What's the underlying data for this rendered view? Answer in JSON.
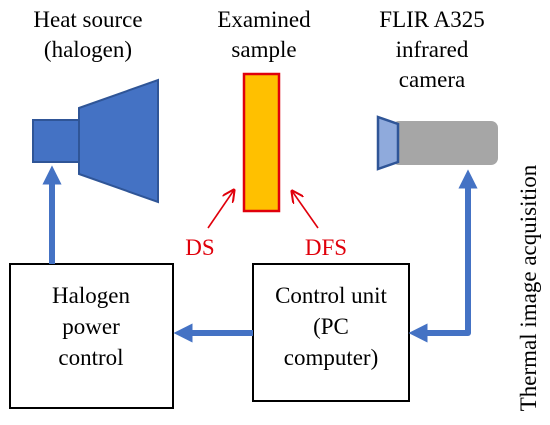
{
  "labels": {
    "heat_source_line1": "Heat source",
    "heat_source_line2": "(halogen)",
    "sample_line1": "Examined",
    "sample_line2": "sample",
    "camera_line1": "FLIR A325",
    "camera_line2": "infrared",
    "camera_line3": "camera",
    "vertical_caption": "Thermal image acquisition",
    "ds": "DS",
    "dfs": "DFS"
  },
  "boxes": {
    "halogen_line1": "Halogen",
    "halogen_line2": "power",
    "halogen_line3": "control",
    "control_line1": "Control unit",
    "control_line2": "(PC",
    "control_line3": "computer)"
  },
  "colors": {
    "arrow_blue": "#4472c4",
    "heat_source_fill": "#4472c4",
    "heat_source_stroke": "#2f5597",
    "sample_fill": "#ffc000",
    "sample_stroke": "#e0000b",
    "camera_body": "#a6a6a6",
    "camera_lens_fill": "#8faadc",
    "camera_lens_stroke": "#2f5597",
    "annotation_red": "#e0000b",
    "box_stroke": "#000000"
  },
  "icons": {
    "heat_source": "halogen-lamp-icon",
    "camera": "infrared-camera-icon"
  }
}
